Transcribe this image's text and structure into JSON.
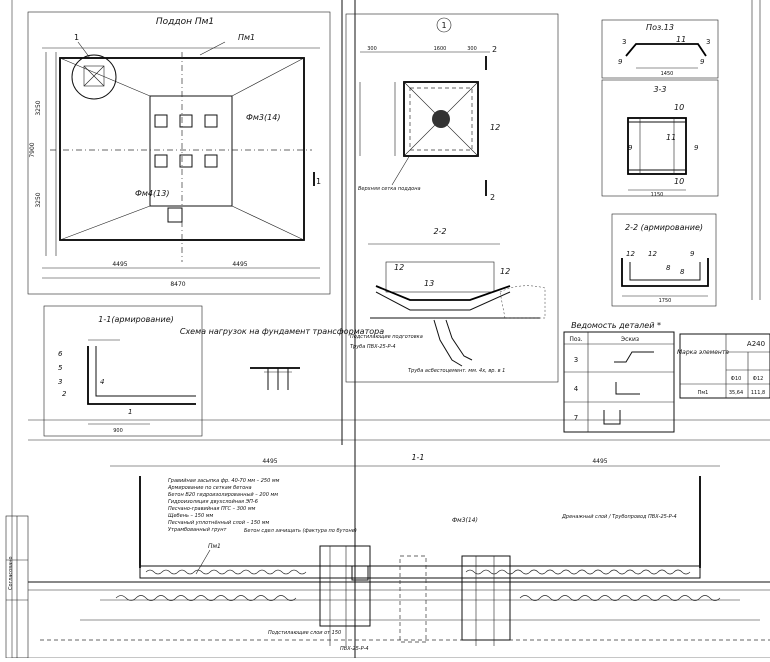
{
  "sheet": {
    "pallet_plan": {
      "title": "Поддон Пм1",
      "mark": "Пм1",
      "callout_num": "1",
      "label_fm3": "Фм3(14)",
      "label_fm4": "Фм4(13)",
      "dims_bottom": [
        "4495",
        "4495"
      ],
      "dim_total": "8470",
      "dims_left": [
        "3250",
        "3250"
      ],
      "dim_side": "7900",
      "cut_mark": "1"
    },
    "detail1": {
      "num": "1",
      "callout_2": "2",
      "callout_12": "12",
      "dims_top": [
        "300",
        "1600",
        "300"
      ],
      "note": "Верхняя сетка поддона",
      "cut_mark": "2"
    },
    "pos13": {
      "title": "Поз.13",
      "labels": [
        "11",
        "3",
        "3",
        "9",
        "9"
      ],
      "dim": "1450"
    },
    "section33": {
      "title": "3-3",
      "labels": [
        "10",
        "11",
        "9",
        "9",
        "10"
      ],
      "dim": "1150"
    },
    "section22_rebar": {
      "title": "2-2 (армирование)",
      "labels": [
        "12",
        "12",
        "8",
        "8",
        "9"
      ],
      "dim": "1750"
    },
    "section22": {
      "title": "2-2",
      "labels": [
        "12",
        "13",
        "12"
      ],
      "notes": [
        "Подстилающие подготовка",
        "Труба ПВХ-25-Р-4"
      ],
      "note_bottom": "Труба асбестоцемент. мм. 4x, вр. в 1"
    },
    "section11_rebar": {
      "title": "1-1(армирование)",
      "labels": [
        "6",
        "5",
        "4",
        "3",
        "2",
        "1"
      ],
      "dim": "900"
    },
    "load_scheme": {
      "title": "Схема нагрузок на фундамент трансформатора"
    },
    "parts_table": {
      "title": "Ведомость деталей *",
      "headers": [
        "Поз.",
        "Эскиз"
      ],
      "rows": [
        "3",
        "4",
        "7"
      ]
    },
    "mark_table": {
      "headers": [
        "Марка элемента",
        "А240"
      ],
      "sub": [
        "Ф10",
        "Ф12"
      ],
      "row_mark": "Пм1",
      "row_vals": [
        "35,64",
        "111,8"
      ]
    },
    "section11": {
      "title": "1-1",
      "dim_left": "4495",
      "dim_right": "4495",
      "layers": [
        "Гравийная засыпка фр. 40-70 мм – 250 мм",
        "Армирование по сеткам бетона",
        "Бетон В20 гидроизолированный – 200 мм",
        "Гидроизоляция двухслойная ЭП-6",
        "Песчано-гравийная ПГС – 300 мм",
        "Щебень – 150 мм",
        "Песчаный уплотнённый слой – 150 мм",
        "Утрамбованный грунт"
      ],
      "label_pm": "Пм1",
      "label_beton": "Бетон сдел зачищать (фактура по бутоне)",
      "label_drain": "Дренажный слой / Трубопровод ПВХ-25-Р-4",
      "label_fm": "Фм3(14)",
      "label_pipe": "ПВХ-25-Р-4",
      "label_bottom": "Подстилающие слои от 150"
    },
    "stamp": {
      "label": "Согласовано"
    }
  }
}
